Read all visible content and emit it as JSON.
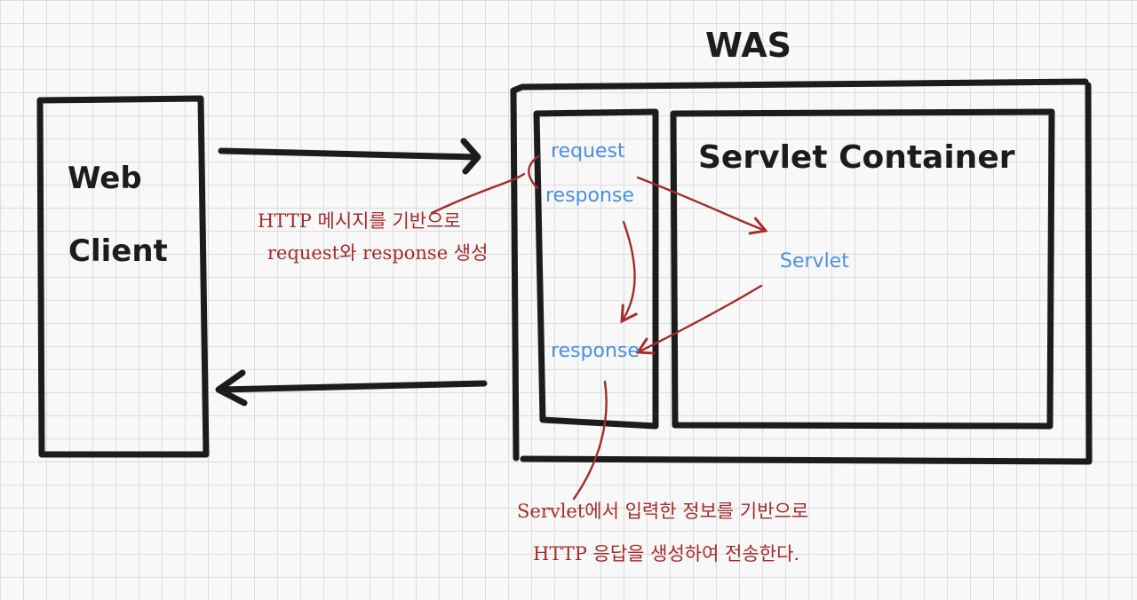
{
  "labels": {
    "was": "WAS",
    "web": "Web",
    "client": "Client",
    "servlet_container": "Servlet Container",
    "request": "request",
    "response_top": "response",
    "servlet": "Servlet",
    "response_bottom": "response"
  },
  "notes": {
    "left_line1": "HTTP 메시지를 기반으로",
    "left_line2": "request와 response 생성",
    "bottom_line1": "Servlet에서 입력한 정보를 기반으로",
    "bottom_line2": "HTTP 응답을 생성하여 전송한다."
  },
  "colors": {
    "ink": "#1c1c1c",
    "note_red": "#a52a2a",
    "label_blue": "#4a90e2",
    "grid": "#dcdcdc"
  }
}
